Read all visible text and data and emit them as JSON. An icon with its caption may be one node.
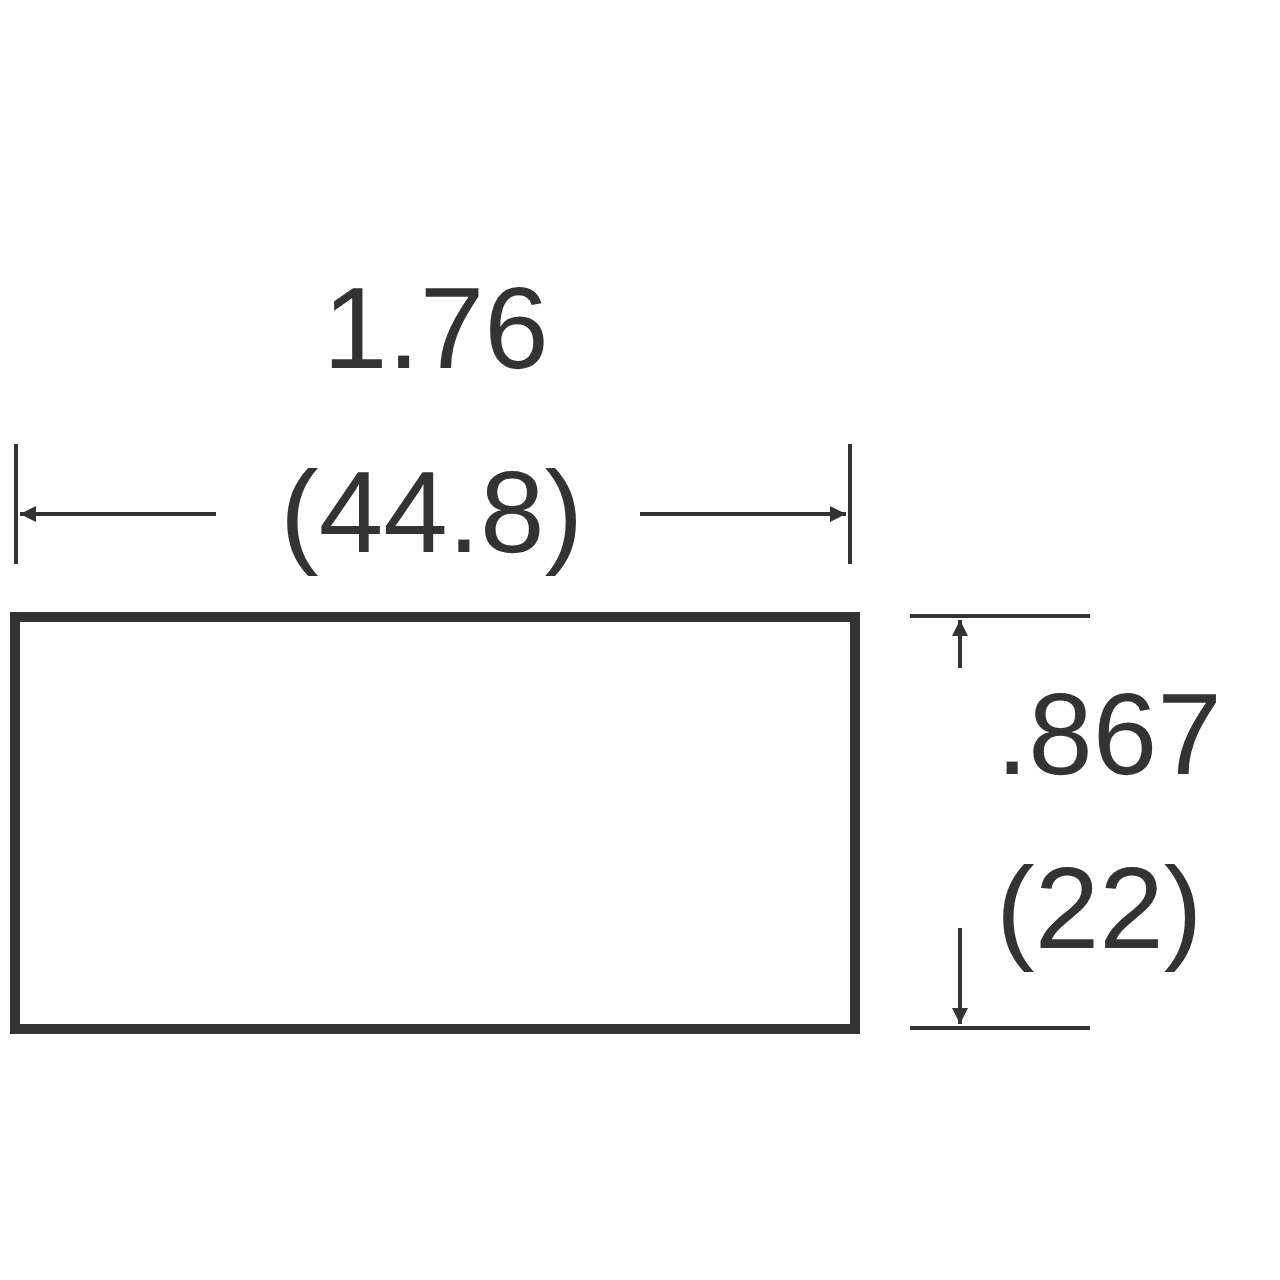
{
  "diagram": {
    "nodes": [
      {
        "text": [],
        "shape": "box"
      }
    ],
    "labels": [
      "1.76",
      "(44.8)",
      ".867",
      "(22)"
    ]
  }
}
